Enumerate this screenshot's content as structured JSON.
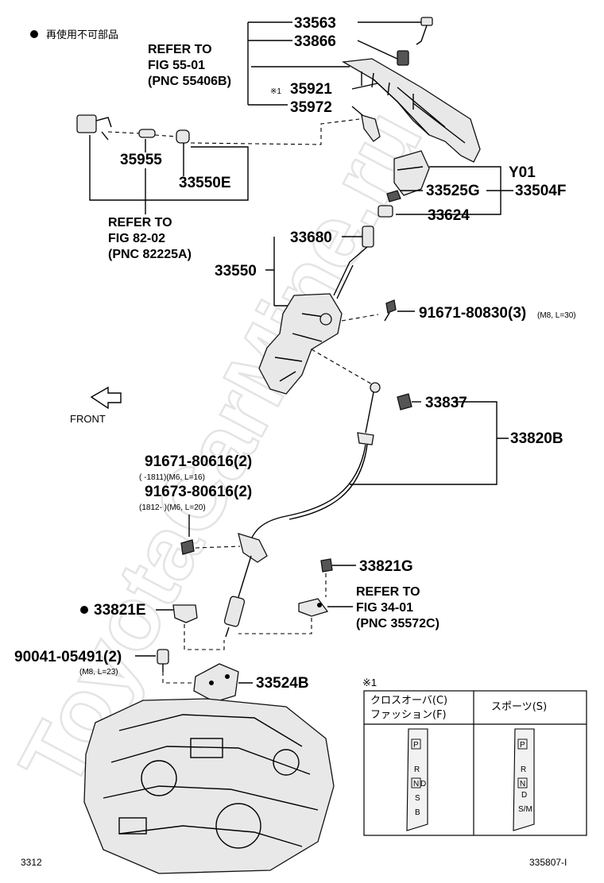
{
  "legend": {
    "bullet_note": "再使用不可部品"
  },
  "watermark": "ToyotaCarMine.ru",
  "parts": {
    "p33563": "33563",
    "p33866": "33866",
    "p35921": "35921",
    "p35921_mark": "※1",
    "p35972": "35972",
    "p35955": "35955",
    "p33550E": "33550E",
    "pY01": "Y01",
    "p33525G": "33525G",
    "p33504F": "33504F",
    "p33624": "33624",
    "p33680": "33680",
    "p33550": "33550",
    "p91671_80830": "91671-80830(3)",
    "p91671_80830_spec": "(M8, L=30)",
    "p33837": "33837",
    "p33820B": "33820B",
    "p91671_80616": "91671-80616(2)",
    "p91671_80616_spec": "(      -1811)(M6, L=16)",
    "p91673_80616": "91673-80616(2)",
    "p91673_80616_spec": "(1812-      )(M6, L=20)",
    "p33821G": "33821G",
    "p33821E": "33821E",
    "p90041_05491": "90041-05491(2)",
    "p90041_05491_spec": "(M8, L=23)",
    "p33524B": "33524B"
  },
  "refs": {
    "ref_55_line1": "REFER TO",
    "ref_55_line2": "FIG 55-01",
    "ref_55_line3": "(PNC 55406B)",
    "ref_82_line1": "REFER TO",
    "ref_82_line2": "FIG 82-02",
    "ref_82_line3": "(PNC 82225A)",
    "ref_34_line1": "REFER TO",
    "ref_34_line2": "FIG 34-01",
    "ref_34_line3": "(PNC 35572C)"
  },
  "front_label": "FRONT",
  "inset": {
    "mark": "※1",
    "col1_line1": "クロスオーバ(C)",
    "col1_line2": "ファッション(F)",
    "col2": "スポーツ(S)",
    "gate1": [
      "P",
      "R",
      "N",
      "D",
      "S",
      "B"
    ],
    "gate2": [
      "P",
      "R",
      "N",
      "D",
      "S/M"
    ]
  },
  "footer": {
    "page_left": "3312",
    "page_right": "335807-I"
  }
}
